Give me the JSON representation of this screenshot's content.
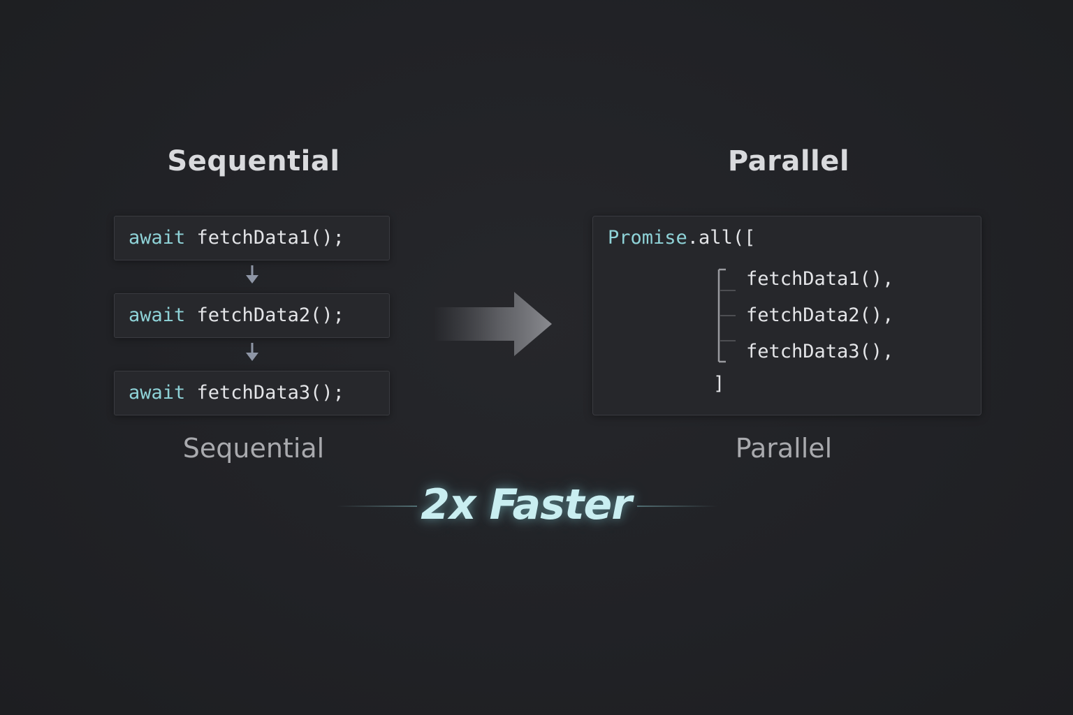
{
  "left": {
    "heading": "Sequential",
    "lines": [
      {
        "keyword": "await",
        "call": " fetchData1();"
      },
      {
        "keyword": "await",
        "call": " fetchData2();"
      },
      {
        "keyword": "await",
        "call": " fetchData3();"
      }
    ],
    "caption": "Sequential"
  },
  "right": {
    "heading": "Parallel",
    "open_keyword": "Promise",
    "open_rest": ".all([",
    "items": [
      "fetchData1(),",
      "fetchData2(),",
      "fetchData3(),"
    ],
    "close": "]",
    "caption": "Parallel"
  },
  "footer": {
    "label": "2x Faster"
  },
  "colors": {
    "keyword": "#8fd3d8",
    "highlight": "#c9eef1",
    "background": "#222327"
  },
  "icons": {
    "step_arrow": "arrow-down-icon",
    "transform_arrow": "arrow-right-icon"
  }
}
